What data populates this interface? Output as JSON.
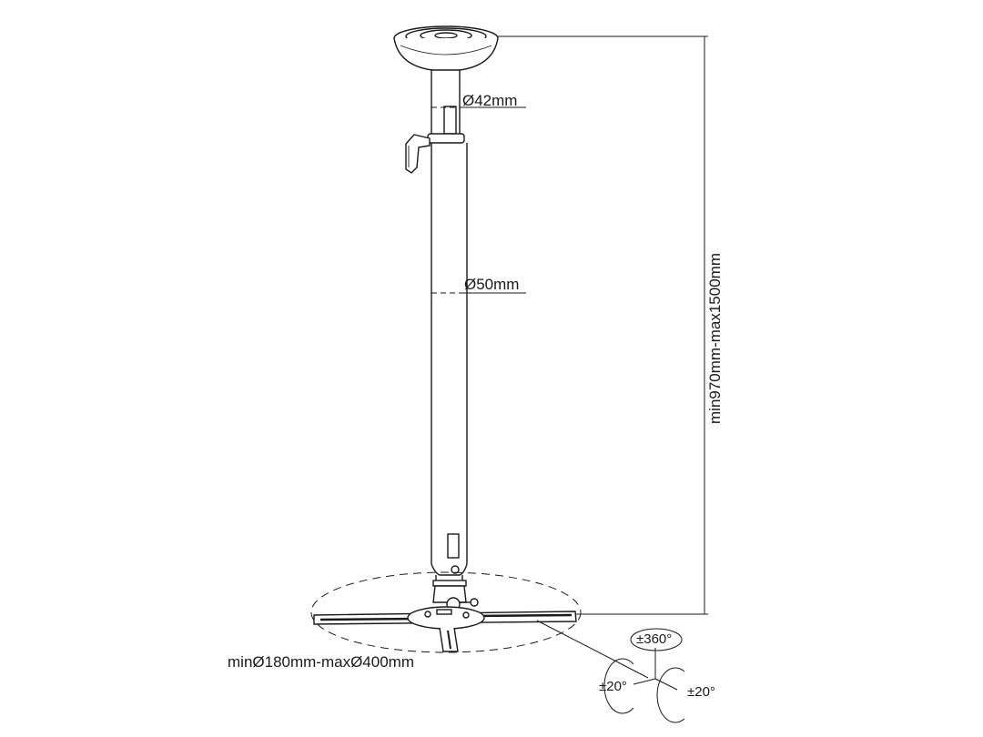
{
  "diagram": {
    "subject": "projector ceiling mount with telescopic pole",
    "labels": {
      "inner_tube_diameter": "Ø42mm",
      "outer_tube_diameter": "Ø50mm",
      "height_range": "min970mm-max1500mm",
      "bracket_span": "minØ180mm-maxØ400mm",
      "rotation_swivel": "±360°",
      "tilt_left": "±20°",
      "tilt_right": "±20°"
    },
    "colors": {
      "line": "#1a1a1a",
      "background": "#ffffff"
    }
  }
}
